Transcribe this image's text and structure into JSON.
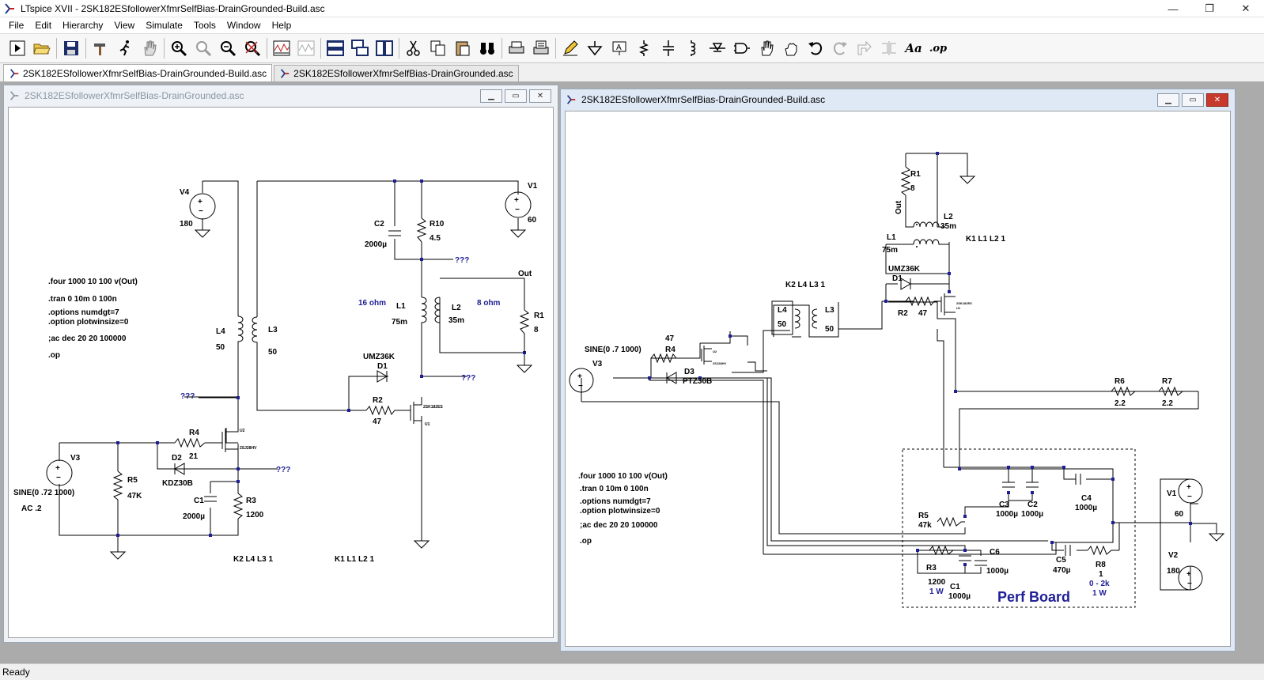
{
  "window": {
    "title": "LTspice XVII - 2SK182ESfollowerXfmrSelfBias-DrainGrounded-Build.asc",
    "controls": [
      "—",
      "❐",
      "✕"
    ]
  },
  "menu": [
    {
      "label": "File",
      "key": "F"
    },
    {
      "label": "Edit",
      "key": "E"
    },
    {
      "label": "Hierarchy",
      "key": "H"
    },
    {
      "label": "View",
      "key": "V"
    },
    {
      "label": "Simulate",
      "key": "S"
    },
    {
      "label": "Tools",
      "key": "T"
    },
    {
      "label": "Window",
      "key": "W"
    },
    {
      "label": "Help",
      "key": "H"
    }
  ],
  "toolbar": {
    "op_label": ".op",
    "font_label": "Aa"
  },
  "tabs": [
    {
      "label": "2SK182ESfollowerXfmrSelfBias-DrainGrounded-Build.asc",
      "active": true
    },
    {
      "label": "2SK182ESfollowerXfmrSelfBias-DrainGrounded.asc",
      "active": false
    }
  ],
  "left_window": {
    "title": "2SK182ESfollowerXfmrSelfBias-DrainGrounded.asc",
    "directives": [
      ".four 1000 10 100 v(Out)",
      ".tran 0 10m 0 100n",
      ".options numdgt=7",
      ".option plotwinsize=0",
      ";ac dec 20 20 100000",
      ".op"
    ],
    "labels": {
      "v4": "V4",
      "v4_val": "180",
      "v1": "V1",
      "v1_val": "60",
      "c2": "C2",
      "c2_val": "2000µ",
      "r10": "R10",
      "r10_val": "4.5",
      "qqq": "???",
      "out": "Out",
      "ohm16": "16 ohm",
      "ohm8": "8 ohm",
      "l1": "L1",
      "l1_val": "75m",
      "l2": "L2",
      "l2_val": "35m",
      "r1": "R1",
      "r1_val": "8",
      "l4": "L4",
      "l4_val": "50",
      "l3": "L3",
      "l3_val": "50",
      "umz": "UMZ36K",
      "d1": "D1",
      "r2": "R2",
      "r2_val": "47",
      "u1": "U1",
      "part1": "2SK182ES",
      "u2": "U2",
      "part2": "2SJ28HV",
      "r4": "R4",
      "r4_val": "21",
      "d2": "D2",
      "kdz": "KDZ30B",
      "v3": "V3",
      "sine": "SINE(0 .72 1000)",
      "ac": "AC .2",
      "r5": "R5",
      "r5_val": "47K",
      "c1": "C1",
      "c1_val": "2000µ",
      "r3": "R3",
      "r3_val": "1200",
      "k2": "K2 L4 L3 1",
      "k1": "K1 L1 L2 1"
    }
  },
  "right_window": {
    "title": "2SK182ESfollowerXfmrSelfBias-DrainGrounded-Build.asc",
    "directives": [
      ".four 1000 10 100 v(Out)",
      ".tran 0 10m 0 100n",
      ".options numdgt=7",
      ".option plotwinsize=0",
      ";ac dec 20 20 100000",
      ".op"
    ],
    "labels": {
      "r1": "R1",
      "r1_val": "8",
      "out": "Out",
      "l2": "L2",
      "l2_val": "35m",
      "l1": "L1",
      "l1_val": "75m",
      "k1": "K1 L1 L2 1",
      "umz": "UMZ36K",
      "d1": "D1",
      "r2": "R2",
      "r2_val": "47",
      "k2": "K2 L4 L3 1",
      "l4": "L4",
      "l4_val": "50",
      "l3": "L3",
      "l3_val": "50",
      "r4_val": "47",
      "r4": "R4",
      "u2": "U2",
      "part2": "2SJ28HV",
      "u1": "U1",
      "part1": "2SK182ES",
      "sine": "SINE(0 .7 1000)",
      "v3": "V3",
      "d3": "D3",
      "ptz": "PTZ30B",
      "r6": "R6",
      "r6_val": "2.2",
      "r7": "R7",
      "r7_val": "2.2",
      "c3": "C3",
      "c3_val": "1000µ",
      "c2": "C2",
      "c2_val": "1000µ",
      "c4": "C4",
      "c4_val": "1000µ",
      "v1": "V1",
      "v1_val": "60",
      "r5": "R5",
      "r5_val": "47k",
      "c6": "C6",
      "c6_val": "1000µ",
      "c5": "C5",
      "c5_val": "470µ",
      "r3": "R3",
      "r3_val": "1200",
      "r3_w": "1 W",
      "c1": "C1",
      "c1_val": "1000µ",
      "r8": "R8",
      "r8_val": "1",
      "r8_range": "0 - 2k",
      "r8_w": "1 W",
      "v2": "V2",
      "v2_val": "180",
      "perf": "Perf Board"
    }
  },
  "status": "Ready"
}
